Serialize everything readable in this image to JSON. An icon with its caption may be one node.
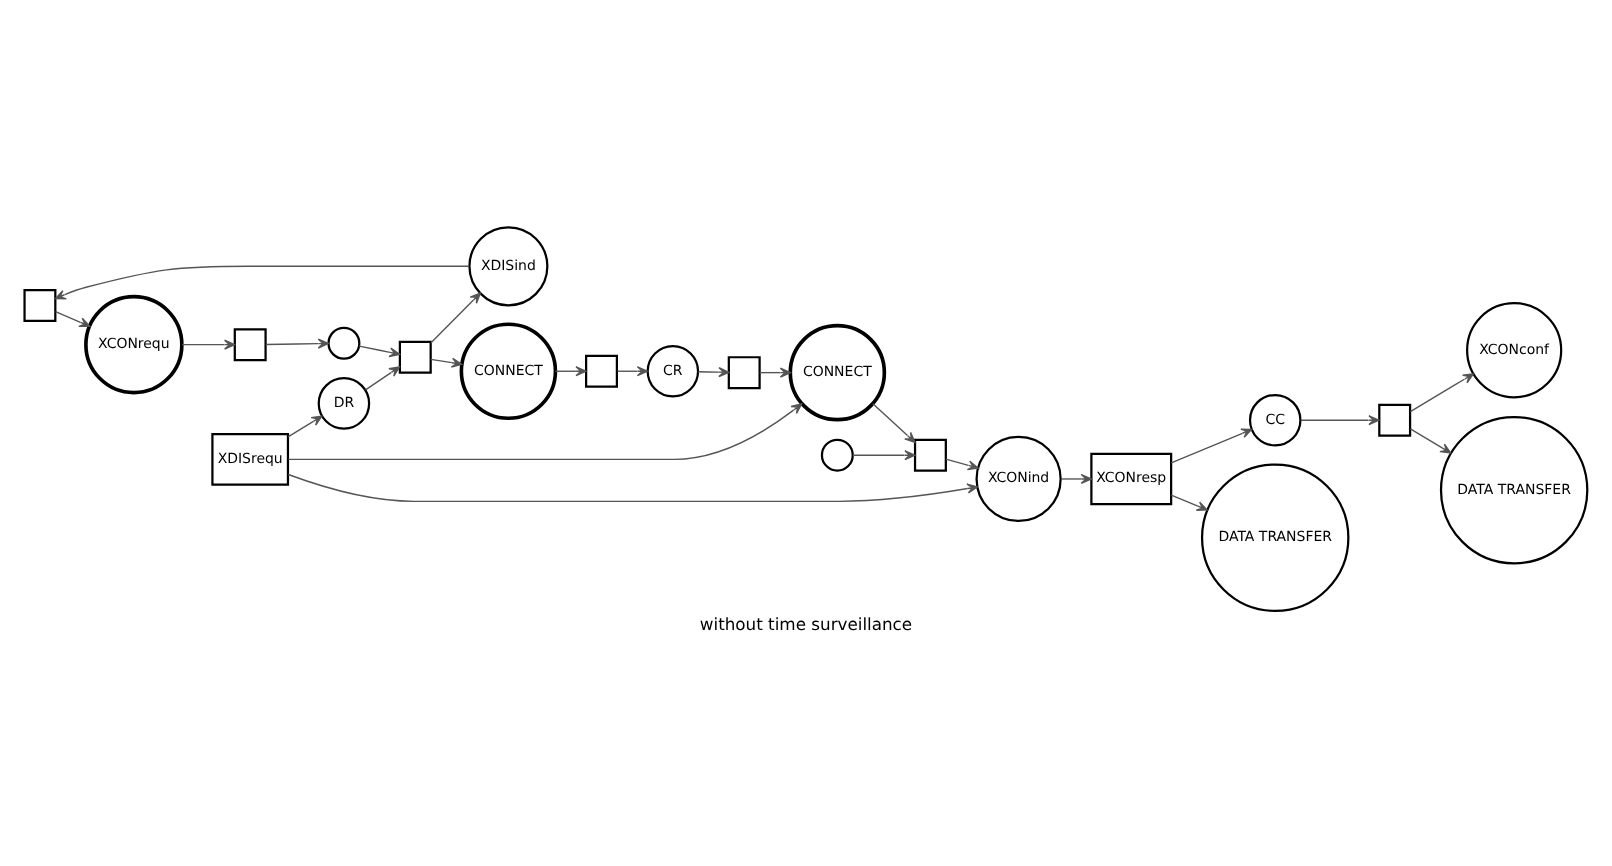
{
  "diagram": {
    "caption": "without time surveillance",
    "nodes": [
      {
        "text": [],
        "shape": "box"
      },
      {
        "text": [
          "XCONrequ"
        ]
      },
      {
        "text": [
          "XCONconf"
        ]
      },
      {
        "text": [
          "XDISind"
        ]
      },
      {
        "text": [
          "CONNECT"
        ]
      },
      {
        "text": [],
        "shape": "box"
      },
      {
        "text": [],
        "shape": "box"
      },
      {
        "text": [],
        "shape": "circle"
      },
      {
        "text": [],
        "shape": "box"
      },
      {
        "text": [
          "CR"
        ]
      },
      {
        "text": [],
        "shape": "box"
      },
      {
        "text": [
          "CC"
        ]
      },
      {
        "text": [
          "DR"
        ]
      },
      {
        "text": [
          "DATA TRANSFER"
        ]
      },
      {
        "text": [
          "XCONind"
        ]
      },
      {
        "text": [],
        "shape": "box"
      },
      {
        "text": [
          "XCONresp"
        ]
      },
      {
        "text": [
          "XDISrequ"
        ]
      },
      {
        "text": [],
        "shape": "circle"
      },
      {
        "text": [
          "CONNECT"
        ]
      },
      {
        "text": [],
        "shape": "box"
      },
      {
        "text": [
          "DATA TRANSFER"
        ]
      }
    ],
    "edges": [
      {
        "from": 3,
        "to": 0,
        "arrow": "to"
      },
      {
        "from": 0,
        "to": 1,
        "arrow": "to"
      },
      {
        "from": 1,
        "to": 5,
        "arrow": "to"
      },
      {
        "from": 5,
        "to": 7,
        "arrow": "to"
      },
      {
        "from": 7,
        "to": 6,
        "arrow": "to"
      },
      {
        "from": 6,
        "to": 3,
        "arrow": "to"
      },
      {
        "from": 6,
        "to": 4,
        "arrow": "to"
      },
      {
        "from": 4,
        "to": 8,
        "arrow": "to"
      },
      {
        "from": 10,
        "to": 2,
        "arrow": "to"
      },
      {
        "from": 11,
        "to": 10,
        "arrow": "to"
      },
      {
        "from": 10,
        "to": 13,
        "arrow": "to"
      },
      {
        "from": 12,
        "to": 6,
        "arrow": "to"
      },
      {
        "from": 8,
        "to": 9,
        "arrow": "to"
      },
      {
        "from": 9,
        "to": 20,
        "arrow": "to"
      },
      {
        "from": 20,
        "to": 19,
        "arrow": "to"
      },
      {
        "from": 19,
        "to": 15,
        "arrow": "to"
      },
      {
        "from": 18,
        "to": 15,
        "arrow": "to"
      },
      {
        "from": 15,
        "to": 14,
        "arrow": "to"
      },
      {
        "from": 14,
        "to": 16,
        "arrow": "to"
      },
      {
        "from": 17,
        "to": 14,
        "arrow": "to"
      },
      {
        "from": 17,
        "to": 19,
        "arrow": "to"
      },
      {
        "from": 16,
        "to": 11,
        "arrow": "to"
      },
      {
        "from": 16,
        "to": 21,
        "arrow": "to"
      },
      {
        "from": 17,
        "to": 12,
        "arrow": "to"
      }
    ]
  }
}
